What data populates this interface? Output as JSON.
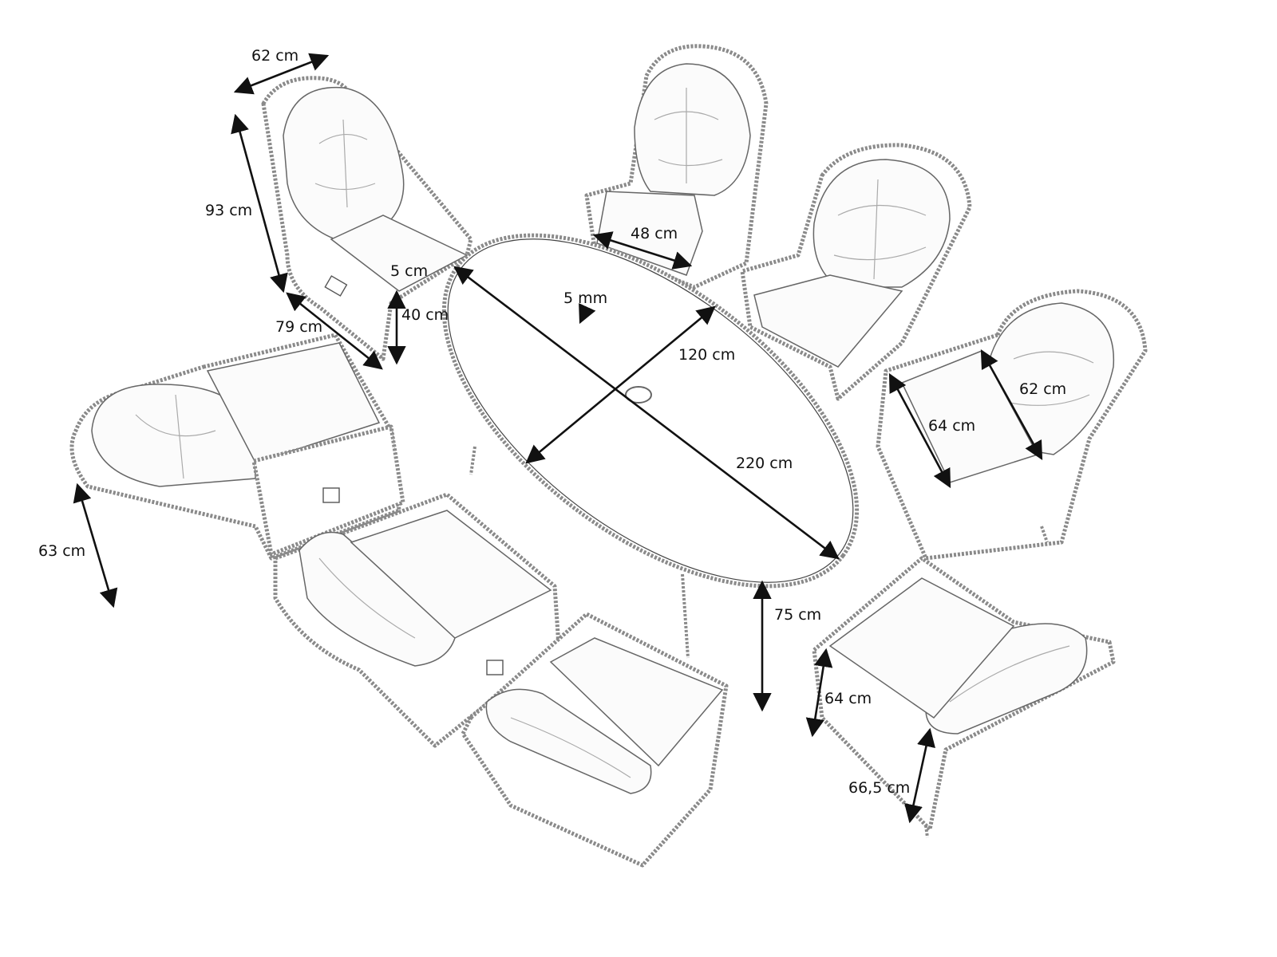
{
  "title": "Oval dining table set with 8 reclining chairs - dimensions",
  "dimensions": {
    "chair_width_top": "62 cm",
    "chair_height": "93 cm",
    "chair_depth": "79 cm",
    "cushion_thickness": "5 cm",
    "seat_height": "40 cm",
    "seat_width": "48 cm",
    "glass_thickness": "5 mm",
    "table_width": "120 cm",
    "table_length": "220 cm",
    "seat_depth": "62 cm",
    "armrest_width": "64 cm",
    "armrest_height": "63 cm",
    "table_height": "75 cm",
    "footrest_length": "64 cm",
    "reclined_height": "66,5 cm"
  }
}
